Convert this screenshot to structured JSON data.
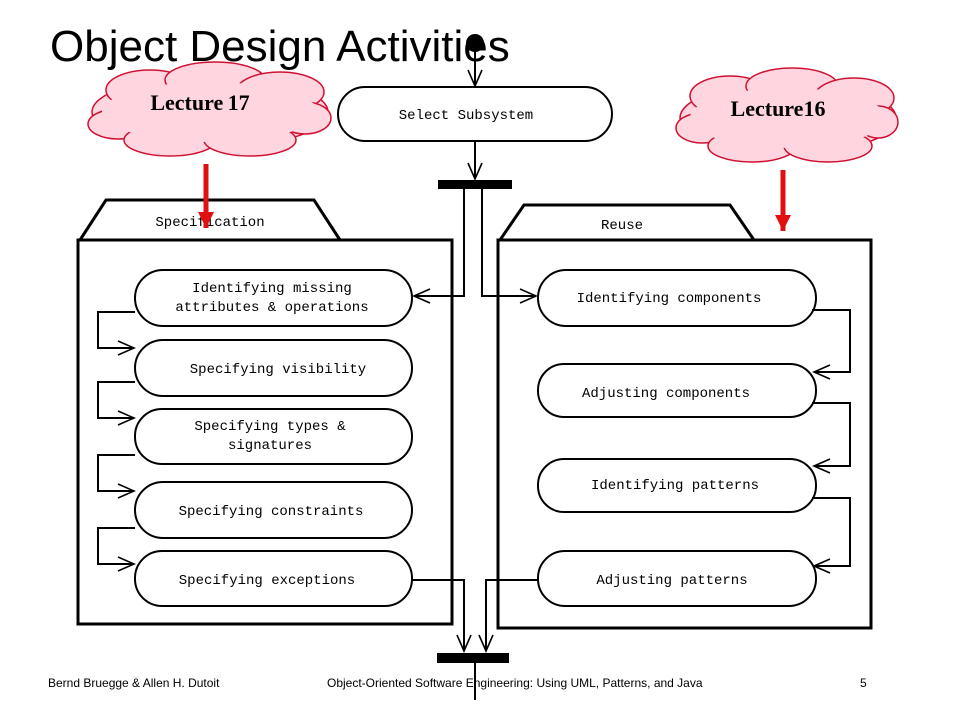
{
  "slide": {
    "title": "Object Design Activities",
    "footer": {
      "authors": "Bernd Bruegge & Allen H. Dutoit",
      "book": "Object-Oriented Software Engineering: Using UML, Patterns, and Java",
      "page": "5"
    }
  },
  "clouds": {
    "left": "Lecture 17",
    "right": "Lecture16"
  },
  "activities": {
    "select": "Select Subsystem"
  },
  "packages": {
    "specification": {
      "label": "Specification",
      "items": [
        [
          "Identifying missing",
          "attributes & operations"
        ],
        [
          "Specifying visibility"
        ],
        [
          "Specifying types &",
          "signatures"
        ],
        [
          "Specifying constraints"
        ],
        [
          "Specifying exceptions"
        ]
      ]
    },
    "reuse": {
      "label": "Reuse",
      "items": [
        [
          "Identifying components"
        ],
        [
          "Adjusting components"
        ],
        [
          "Identifying patterns"
        ],
        [
          "Adjusting patterns"
        ]
      ]
    }
  },
  "colors": {
    "lecture_arrow": "#e01010",
    "cloud_fill": "#ffd6e0",
    "cloud_stroke": "#d01030"
  }
}
